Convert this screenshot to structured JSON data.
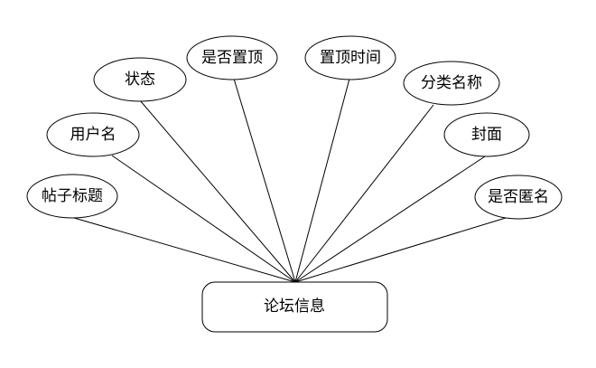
{
  "entity": {
    "label": "论坛信息"
  },
  "attributes": [
    {
      "label": "帖子标题"
    },
    {
      "label": "用户名"
    },
    {
      "label": "状态"
    },
    {
      "label": "是否置顶"
    },
    {
      "label": "置顶时间"
    },
    {
      "label": "分类名称"
    },
    {
      "label": "封面"
    },
    {
      "label": "是否匿名"
    }
  ]
}
